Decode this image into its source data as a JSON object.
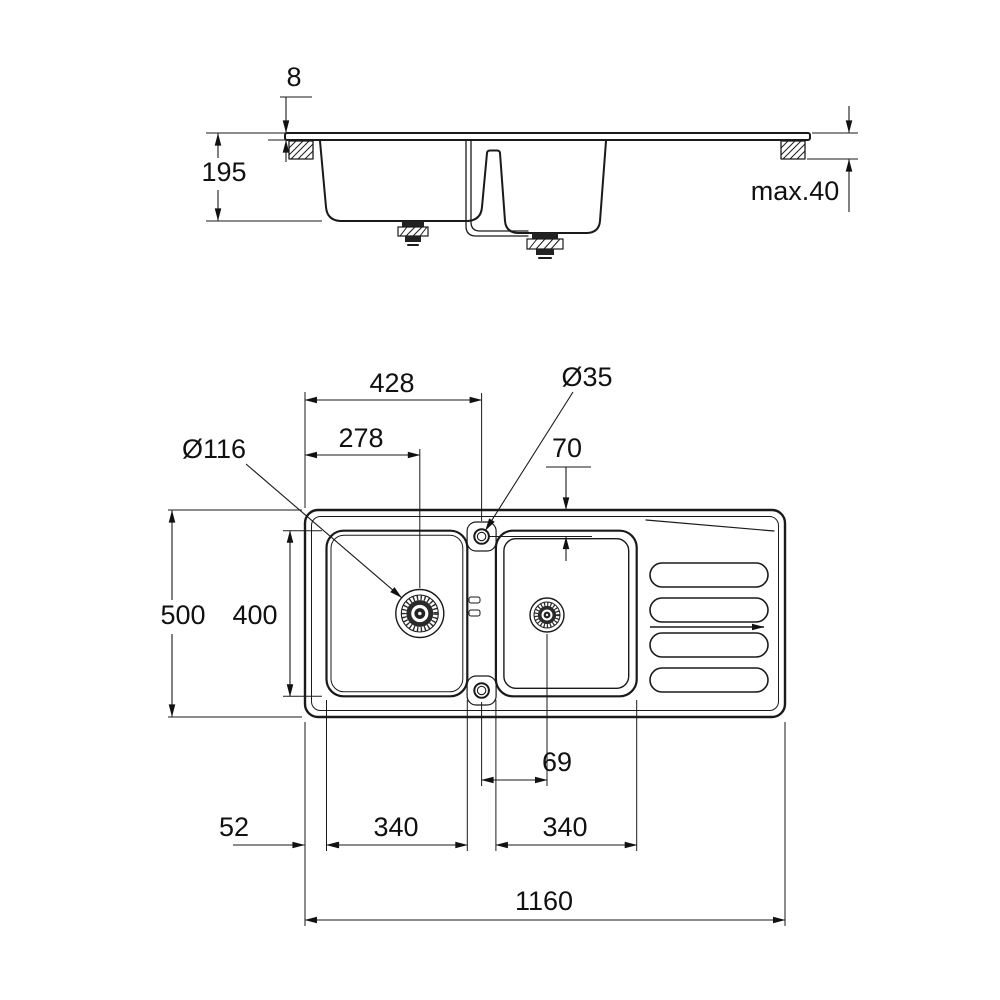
{
  "drawing": {
    "type": "technical dimension drawing",
    "subject": "double-bowl kitchen sink with drainer",
    "colors": {
      "line": "#1a1a1a",
      "background": "#ffffff",
      "fitting": "#222222"
    },
    "section_view": {
      "name": "side section view",
      "dims": {
        "rim_thickness": "8",
        "depth": "195",
        "max_counter_thickness": "max.40"
      }
    },
    "plan_view": {
      "name": "top plan view",
      "dims": {
        "tap_center_from_left": "428",
        "drain_center_from_left": "278",
        "tap_hole_diameter": "Ø35",
        "waste_diameter": "Ø116",
        "tap_center_from_top_edge": "70",
        "overall_depth": "500",
        "bowl_inner_depth": "400",
        "tap_to_right_drain": "69",
        "edge_to_first_bowl": "52",
        "left_bowl_width": "340",
        "right_bowl_width": "340",
        "overall_length": "1160"
      }
    }
  }
}
